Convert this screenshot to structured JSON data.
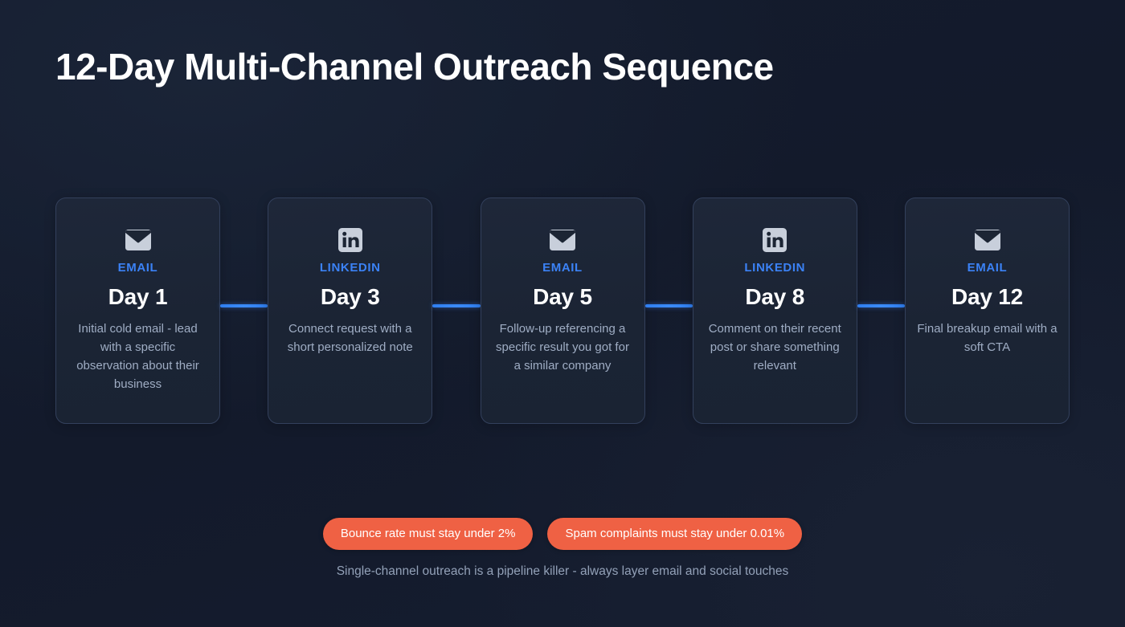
{
  "header": {
    "title": "12-Day Multi-Channel Outreach Sequence"
  },
  "colors": {
    "background": "#141c2e",
    "card_background": "#1d2637",
    "card_border": "#33405c",
    "accent_blue": "#3b82f6",
    "connector_blue": "#2f7ef0",
    "pill_orange": "#ef6144",
    "title_text": "#ffffff",
    "body_text": "#9fadc4",
    "icon_gray": "#c5ccd8"
  },
  "timeline": {
    "steps": [
      {
        "icon": "envelope-icon",
        "channel": "EMAIL",
        "day": "Day 1",
        "description": "Initial cold email - lead with a specific observation about their business"
      },
      {
        "icon": "linkedin-icon",
        "channel": "LINKEDIN",
        "day": "Day 3",
        "description": "Connect request with a short personalized note"
      },
      {
        "icon": "envelope-icon",
        "channel": "EMAIL",
        "day": "Day 5",
        "description": "Follow-up referencing a specific result you got for a similar company"
      },
      {
        "icon": "linkedin-icon",
        "channel": "LINKEDIN",
        "day": "Day 8",
        "description": "Comment on their recent post or share something relevant"
      },
      {
        "icon": "envelope-icon",
        "channel": "EMAIL",
        "day": "Day 12",
        "description": "Final breakup email with a soft CTA"
      }
    ]
  },
  "warnings": {
    "pills": [
      "Bounce rate must stay under 2%",
      "Spam complaints must stay under 0.01%"
    ]
  },
  "footer": {
    "note": "Single-channel outreach is a pipeline killer - always layer email and social touches"
  }
}
